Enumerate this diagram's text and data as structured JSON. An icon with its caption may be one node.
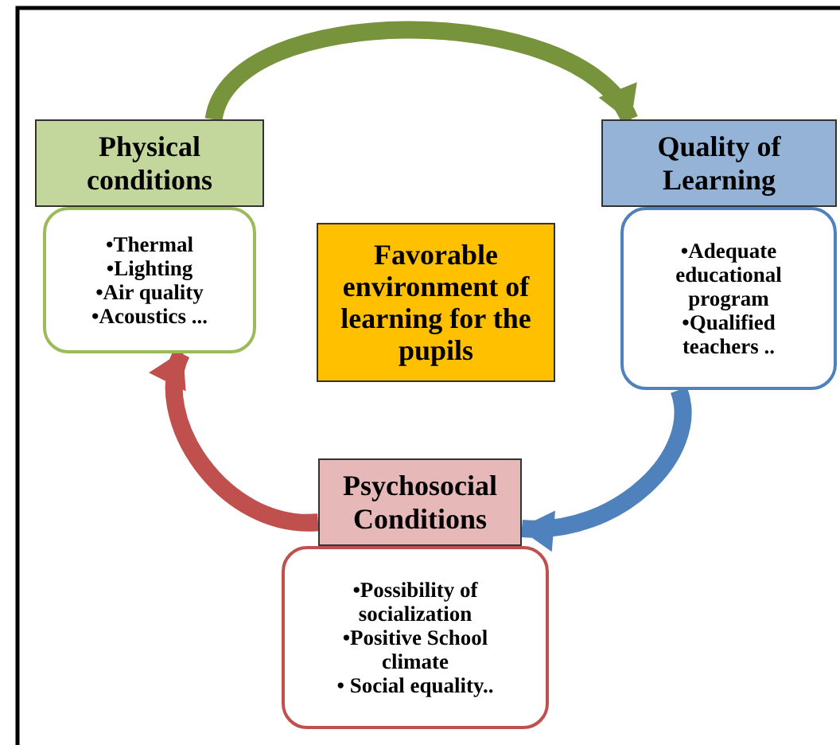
{
  "diagram": {
    "nodes": [
      {
        "text": [
          "Physical conditions"
        ]
      },
      {
        "text": [
          "•Thermal",
          "•Lighting",
          "•Air quality",
          "•Acoustics ..."
        ]
      },
      {
        "text": [
          "Quality of Learning"
        ]
      },
      {
        "text": [
          "•Adequate educational program",
          "•Qualified teachers .."
        ]
      },
      {
        "text": [
          "Favorable environment of learning for the pupils"
        ]
      },
      {
        "text": [
          "Psychosocial Conditions"
        ]
      },
      {
        "text": [
          "•Possibility of socialization",
          "•Positive School climate",
          "• Social equality.."
        ]
      }
    ],
    "edges": [
      {
        "from": 0,
        "to": 2,
        "arrow": "to",
        "color": "#77933c"
      },
      {
        "from": 3,
        "to": 5,
        "arrow": "to",
        "color": "#4f81bd"
      },
      {
        "from": 5,
        "to": 1,
        "arrow": "to",
        "color": "#c0504d"
      }
    ]
  }
}
